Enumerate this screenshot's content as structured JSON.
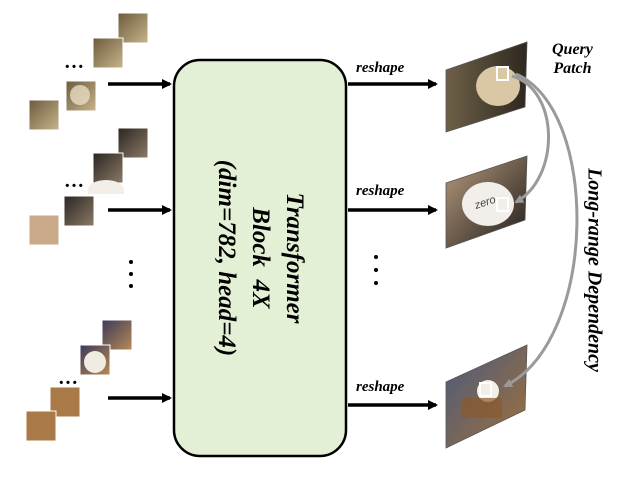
{
  "transformer": {
    "line1": "Transformer",
    "line2": "Block  4X",
    "line3": "(dim=782, head=4)"
  },
  "reshape_labels": [
    "reshape",
    "reshape",
    "reshape"
  ],
  "query_patch": {
    "line1": "Query",
    "line2": "Patch"
  },
  "dependency_label": "Long-range Dependency",
  "ellipsis": "…",
  "colors": {
    "block_fill": "#e3f0d6",
    "block_stroke": "#000000",
    "arc": "#9a9a9a"
  }
}
